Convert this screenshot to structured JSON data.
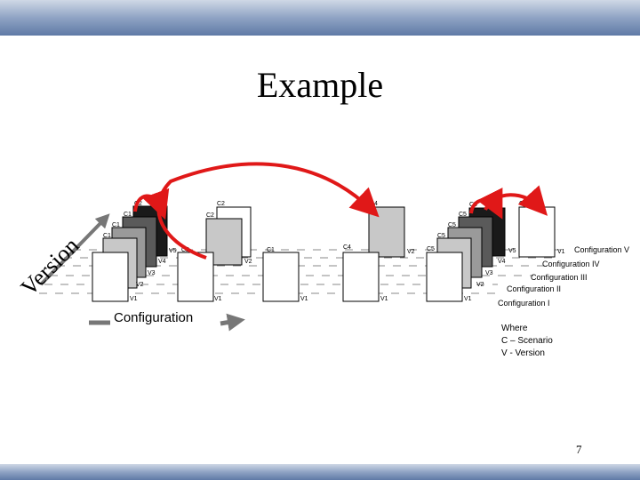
{
  "slide": {
    "title": "Example",
    "page_number": "7"
  },
  "diagram": {
    "axis_version_label": "Version",
    "axis_configuration_label": "Configuration",
    "configuration_labels": [
      "Configuration V",
      "Configuration IV",
      "Configuration III",
      "Configuration II",
      "Configuration I"
    ],
    "legend_lines": [
      "Where",
      "C – Scenario",
      "V - Version"
    ],
    "stack1": {
      "c_labels": [
        "C1",
        "C1",
        "C1",
        "C2"
      ],
      "v_labels": [
        "V1",
        "V2",
        "V3",
        "V4",
        "V5"
      ],
      "c_extra": "C2"
    },
    "stack2": {
      "c_labels": [
        "C2",
        "C2"
      ],
      "v_labels": [
        "V1",
        "V2"
      ]
    },
    "stack3": {
      "c_labels": [
        "C1"
      ],
      "v_labels": [
        "V1"
      ]
    },
    "stack4": {
      "c_labels": [
        "C4",
        "C4"
      ],
      "v_labels": [
        "V1",
        "V2"
      ]
    },
    "stack5": {
      "c_labels": [
        "C5",
        "C5",
        "C5",
        "C5",
        "C5"
      ],
      "v_labels": [
        "V1",
        "V2",
        "V3",
        "V4",
        "V5"
      ]
    },
    "stack6": {
      "c_labels": [
        "C6"
      ],
      "v_labels": [
        "V1"
      ]
    },
    "colors": {
      "arrow": "#e01818",
      "dark": "#1a1a1a",
      "mid": "#5a5a5a",
      "light": "#9a9a9a",
      "lighter": "#c8c8c8"
    }
  }
}
